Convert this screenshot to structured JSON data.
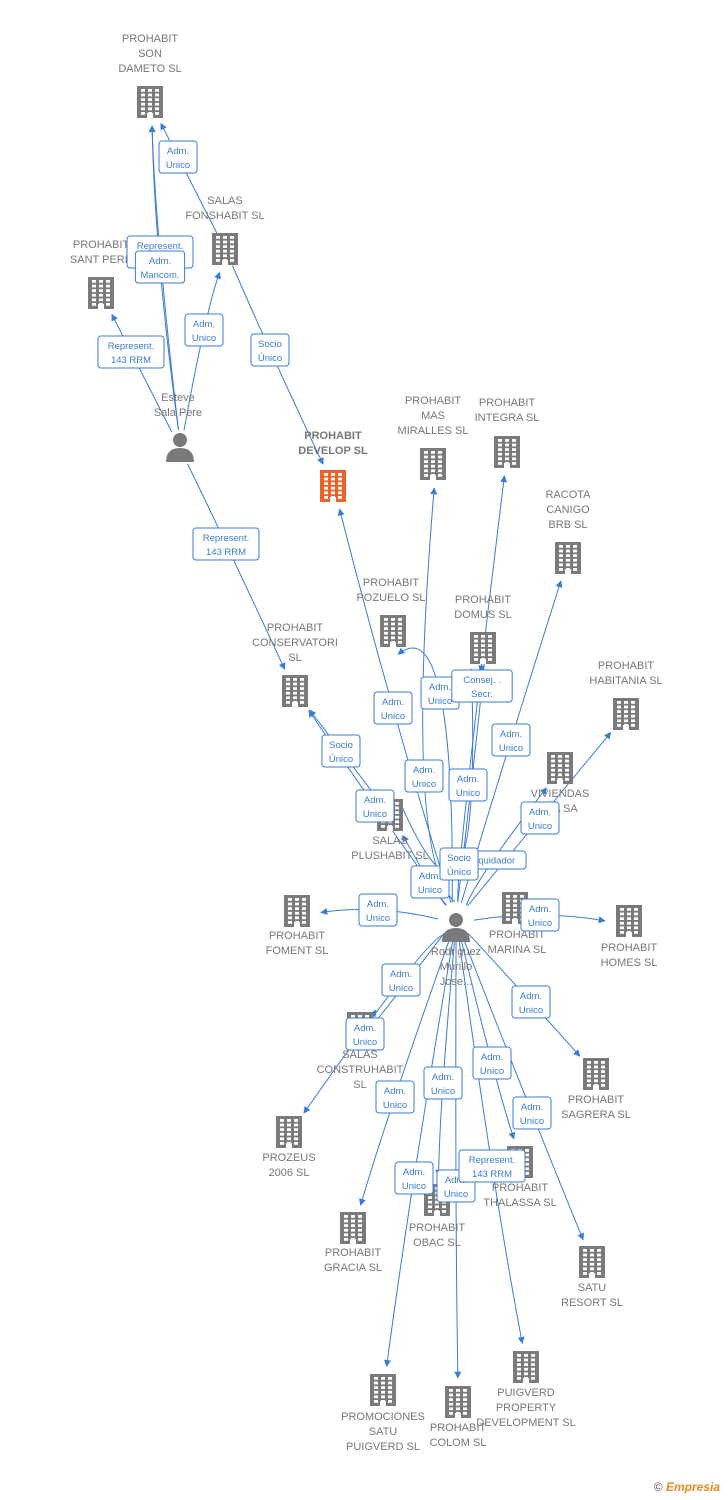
{
  "colors": {
    "edge": "#3a7bd5",
    "building": "#7a7a7a",
    "building_main": "#e8622a",
    "person": "#7a7a7a",
    "label": "#777777"
  },
  "nodes": [
    {
      "id": "prohabit_son_dameto",
      "type": "company",
      "lines": [
        "PROHABIT",
        "SON",
        "DAMETO  SL"
      ]
    },
    {
      "id": "salas_fonshabit",
      "type": "company",
      "lines": [
        "SALAS",
        "FONSHABIT  SL"
      ]
    },
    {
      "id": "prohabit_sant_pere",
      "type": "company",
      "lines": [
        "PROHABIT",
        "SANT PERE"
      ]
    },
    {
      "id": "esteve",
      "type": "person",
      "lines": [
        "Esteve",
        "Sala Pere"
      ]
    },
    {
      "id": "prohabit_develop",
      "type": "company",
      "main": true,
      "lines": [
        "PROHABIT",
        "DEVELOP  SL"
      ]
    },
    {
      "id": "prohabit_mas_miralles",
      "type": "company",
      "lines": [
        "PROHABIT",
        "MAS",
        "MIRALLES  SL"
      ]
    },
    {
      "id": "prohabit_integra",
      "type": "company",
      "lines": [
        "PROHABIT",
        "INTEGRA  SL"
      ]
    },
    {
      "id": "racota_canigo",
      "type": "company",
      "lines": [
        "RACOTA",
        "CANIGO",
        "BRB  SL"
      ]
    },
    {
      "id": "prohabit_pozuelo",
      "type": "company",
      "lines": [
        "PROHABIT",
        "POZUELO  SL"
      ]
    },
    {
      "id": "prohabit_domus",
      "type": "company",
      "lines": [
        "PROHABIT",
        "DOMUS  SL"
      ]
    },
    {
      "id": "prohabit_conservatori",
      "type": "company",
      "lines": [
        "PROHABIT",
        "CONSERVATORI",
        "SL"
      ]
    },
    {
      "id": "prohabit_habitania",
      "type": "company",
      "lines": [
        "PROHABIT",
        "HABITANIA  SL"
      ]
    },
    {
      "id": "viviendas",
      "type": "company",
      "lines": [
        "VIVIENDAS",
        "CIA SA"
      ]
    },
    {
      "id": "salas_plushabit",
      "type": "company",
      "lines": [
        "SALAS",
        "PLUSHABIT  SL"
      ]
    },
    {
      "id": "prohabit_foment",
      "type": "company",
      "lines": [
        "PROHABIT",
        "FOMENT  SL"
      ]
    },
    {
      "id": "rodriguez",
      "type": "person",
      "lines": [
        "Rodriguez",
        "Murillo",
        "Jose..."
      ]
    },
    {
      "id": "prohabit_marina",
      "type": "company",
      "lines": [
        "PROHABIT",
        "MARINA  SL"
      ]
    },
    {
      "id": "prohabit_homes",
      "type": "company",
      "lines": [
        "PROHABIT",
        "HOMES  SL"
      ]
    },
    {
      "id": "salas_construhabit",
      "type": "company",
      "lines": [
        "SALAS",
        "CONSTRUHABIT",
        "SL"
      ]
    },
    {
      "id": "prohabit_sagrera",
      "type": "company",
      "lines": [
        "PROHABIT",
        "SAGRERA  SL"
      ]
    },
    {
      "id": "prozeus",
      "type": "company",
      "lines": [
        "PROZEUS",
        "2006 SL"
      ]
    },
    {
      "id": "prohabit_thalassa",
      "type": "company",
      "lines": [
        "PROHABIT",
        "THALASSA  SL"
      ]
    },
    {
      "id": "prohabit_obac",
      "type": "company",
      "lines": [
        "PROHABIT",
        "OBAC  SL"
      ]
    },
    {
      "id": "prohabit_gracia",
      "type": "company",
      "lines": [
        "PROHABIT",
        "GRACIA  SL"
      ]
    },
    {
      "id": "satu_resort",
      "type": "company",
      "lines": [
        "SATU",
        "RESORT  SL"
      ]
    },
    {
      "id": "promociones_satu",
      "type": "company",
      "lines": [
        "PROMOCIONES",
        "SATU",
        "PUIGVERD  SL"
      ]
    },
    {
      "id": "prohabit_colom",
      "type": "company",
      "lines": [
        "PROHABIT",
        "COLOM  SL"
      ]
    },
    {
      "id": "puigverd_property",
      "type": "company",
      "lines": [
        "PUIGVERD",
        "PROPERTY",
        "DEVELOPMENT SL"
      ]
    }
  ],
  "edges": [
    {
      "from": "salas_fonshabit",
      "to": "prohabit_son_dameto",
      "label": [
        "Adm.",
        "Unico"
      ]
    },
    {
      "from": "esteve",
      "to": "prohabit_son_dameto",
      "label": [
        "Represent.",
        "143 RRM"
      ]
    },
    {
      "from": "esteve",
      "to": "prohabit_son_dameto",
      "label": [
        "Adm.",
        "Mancom."
      ]
    },
    {
      "from": "esteve",
      "to": "prohabit_sant_pere",
      "label": [
        "Represent.",
        "143 RRM"
      ]
    },
    {
      "from": "esteve",
      "to": "salas_fonshabit",
      "label": [
        "Adm.",
        "Unico"
      ]
    },
    {
      "from": "salas_fonshabit",
      "to": "prohabit_develop",
      "label": [
        "Socio",
        "Único"
      ]
    },
    {
      "from": "esteve",
      "to": "prohabit_conservatori",
      "label": [
        "Represent.",
        "143 RRM"
      ]
    },
    {
      "from": "salas_plushabit",
      "to": "prohabit_conservatori",
      "label": [
        "Socio",
        "Único"
      ]
    },
    {
      "from": "rodriguez",
      "to": "prohabit_conservatori",
      "label": [
        "Adm.",
        "Unico"
      ]
    },
    {
      "from": "rodriguez",
      "to": "prohabit_develop",
      "label": [
        "Adm.",
        "Unico"
      ]
    },
    {
      "from": "rodriguez",
      "to": "prohabit_pozuelo",
      "label": [
        "Adm.",
        "Unico"
      ]
    },
    {
      "from": "rodriguez",
      "to": "prohabit_mas_miralles",
      "label": [
        "Adm.",
        "Unico"
      ]
    },
    {
      "from": "rodriguez",
      "to": "prohabit_domus",
      "label": [
        "Consej. .",
        "Secr."
      ]
    },
    {
      "from": "rodriguez",
      "to": "prohabit_integra",
      "label": [
        "Adm.",
        "Unico"
      ]
    },
    {
      "from": "rodriguez",
      "to": "racota_canigo",
      "label": [
        "Adm.",
        "Unico"
      ]
    },
    {
      "from": "rodriguez",
      "to": "prohabit_habitania",
      "label": [
        "Adm.",
        "Unico"
      ]
    },
    {
      "from": "rodriguez",
      "to": "viviendas",
      "label": [
        "Liquidador",
        ""
      ]
    },
    {
      "from": "rodriguez",
      "to": "salas_plushabit",
      "label": [
        "Adm.",
        "Unico"
      ]
    },
    {
      "from": "salas_plushabit",
      "to": "prohabit_domus",
      "label": [
        "Socio",
        "Único"
      ]
    },
    {
      "from": "rodriguez",
      "to": "prohabit_foment",
      "label": [
        "Adm.",
        "Unico"
      ]
    },
    {
      "from": "rodriguez",
      "to": "prohabit_homes",
      "label": [
        "Adm.",
        "Unico"
      ]
    },
    {
      "from": "rodriguez",
      "to": "salas_construhabit",
      "label": [
        "Adm.",
        "Unico"
      ]
    },
    {
      "from": "rodriguez",
      "to": "prozeus",
      "label": [
        "Adm.",
        "Unico"
      ]
    },
    {
      "from": "rodriguez",
      "to": "prohabit_sagrera",
      "label": [
        "Adm.",
        "Unico"
      ]
    },
    {
      "from": "rodriguez",
      "to": "prohabit_gracia",
      "label": [
        "Adm.",
        "Unico"
      ]
    },
    {
      "from": "rodriguez",
      "to": "prohabit_obac",
      "label": [
        "Adm.",
        "Unico"
      ]
    },
    {
      "from": "rodriguez",
      "to": "prohabit_thalassa",
      "label": [
        "Adm.",
        "Unico"
      ]
    },
    {
      "from": "rodriguez",
      "to": "satu_resort",
      "label": [
        "Adm.",
        "Unico"
      ]
    },
    {
      "from": "rodriguez",
      "to": "promociones_satu",
      "label": [
        "Adm.",
        "Unico"
      ]
    },
    {
      "from": "rodriguez",
      "to": "prohabit_colom",
      "label": [
        "Adm.",
        "Unico"
      ]
    },
    {
      "from": "rodriguez",
      "to": "puigverd_property",
      "label": [
        "Represent.",
        "143 RRM"
      ]
    }
  ],
  "footer": {
    "copyright_symbol": "©",
    "brand": "Empresia"
  }
}
